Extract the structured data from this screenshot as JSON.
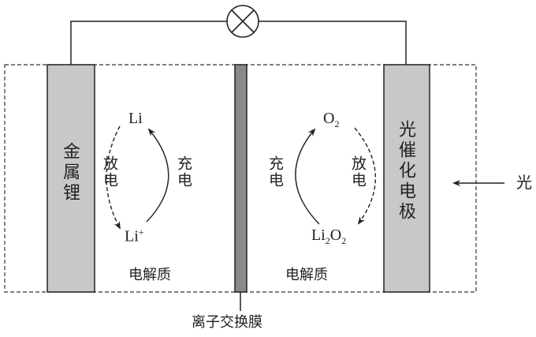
{
  "components": {
    "lamp": "lamp-icon",
    "left_electrode": "金属锂",
    "right_electrode": "光催化电极",
    "membrane_label": "离子交换膜",
    "light_label": "光",
    "left_electrolyte": "电解质",
    "right_electrolyte": "电解质"
  },
  "left_cycle": {
    "top": {
      "base": "Li",
      "sup": ""
    },
    "bottom": {
      "base": "Li",
      "sup": "+"
    },
    "discharge": "放电",
    "charge": "充电"
  },
  "right_cycle": {
    "top": {
      "a": "O",
      "a_sub": "2"
    },
    "bottom": {
      "a": "Li",
      "a_sub": "2",
      "b": "O",
      "b_sub": "2"
    },
    "charge": "充电",
    "discharge": "放电"
  },
  "colors": {
    "electrode": "#c8c8c8",
    "membrane": "#8a8a8a",
    "line": "#222222"
  }
}
